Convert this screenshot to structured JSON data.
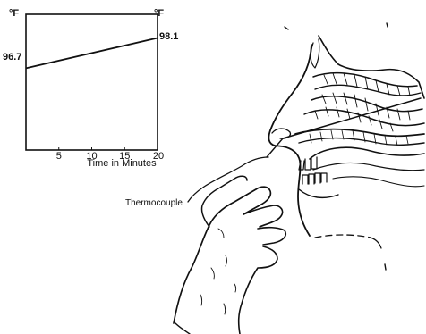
{
  "chart_data": {
    "type": "line",
    "title": "",
    "xlabel": "Time in Minutes",
    "ylabel": "",
    "x_ticks": [
      5,
      10,
      15,
      20
    ],
    "xlim": [
      0,
      20
    ],
    "y_unit_left": "°F",
    "y_unit_right": "°F",
    "y_start_label": "96.7",
    "y_end_label": "98.1",
    "series": [
      {
        "name": "",
        "x": [
          0,
          20
        ],
        "y": [
          96.7,
          98.1
        ]
      }
    ],
    "grid": false
  },
  "illustration": {
    "callout_label": "Thermocouple"
  },
  "colors": {
    "ink": "#111111",
    "background": "#ffffff"
  }
}
